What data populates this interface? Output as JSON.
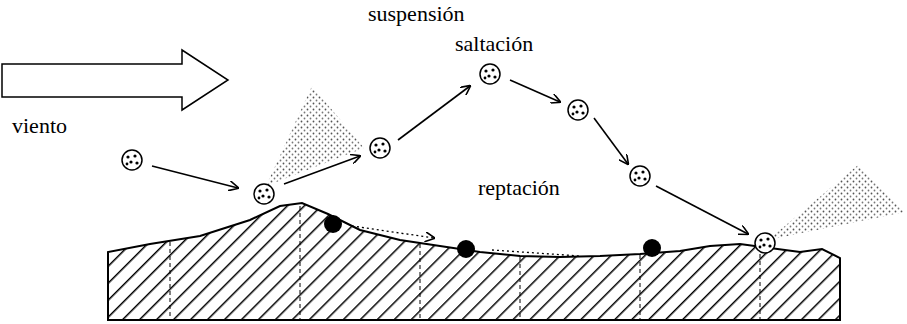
{
  "diagram": {
    "labels": [
      "suspensión",
      "saltación",
      "viento",
      "reptación"
    ]
  }
}
